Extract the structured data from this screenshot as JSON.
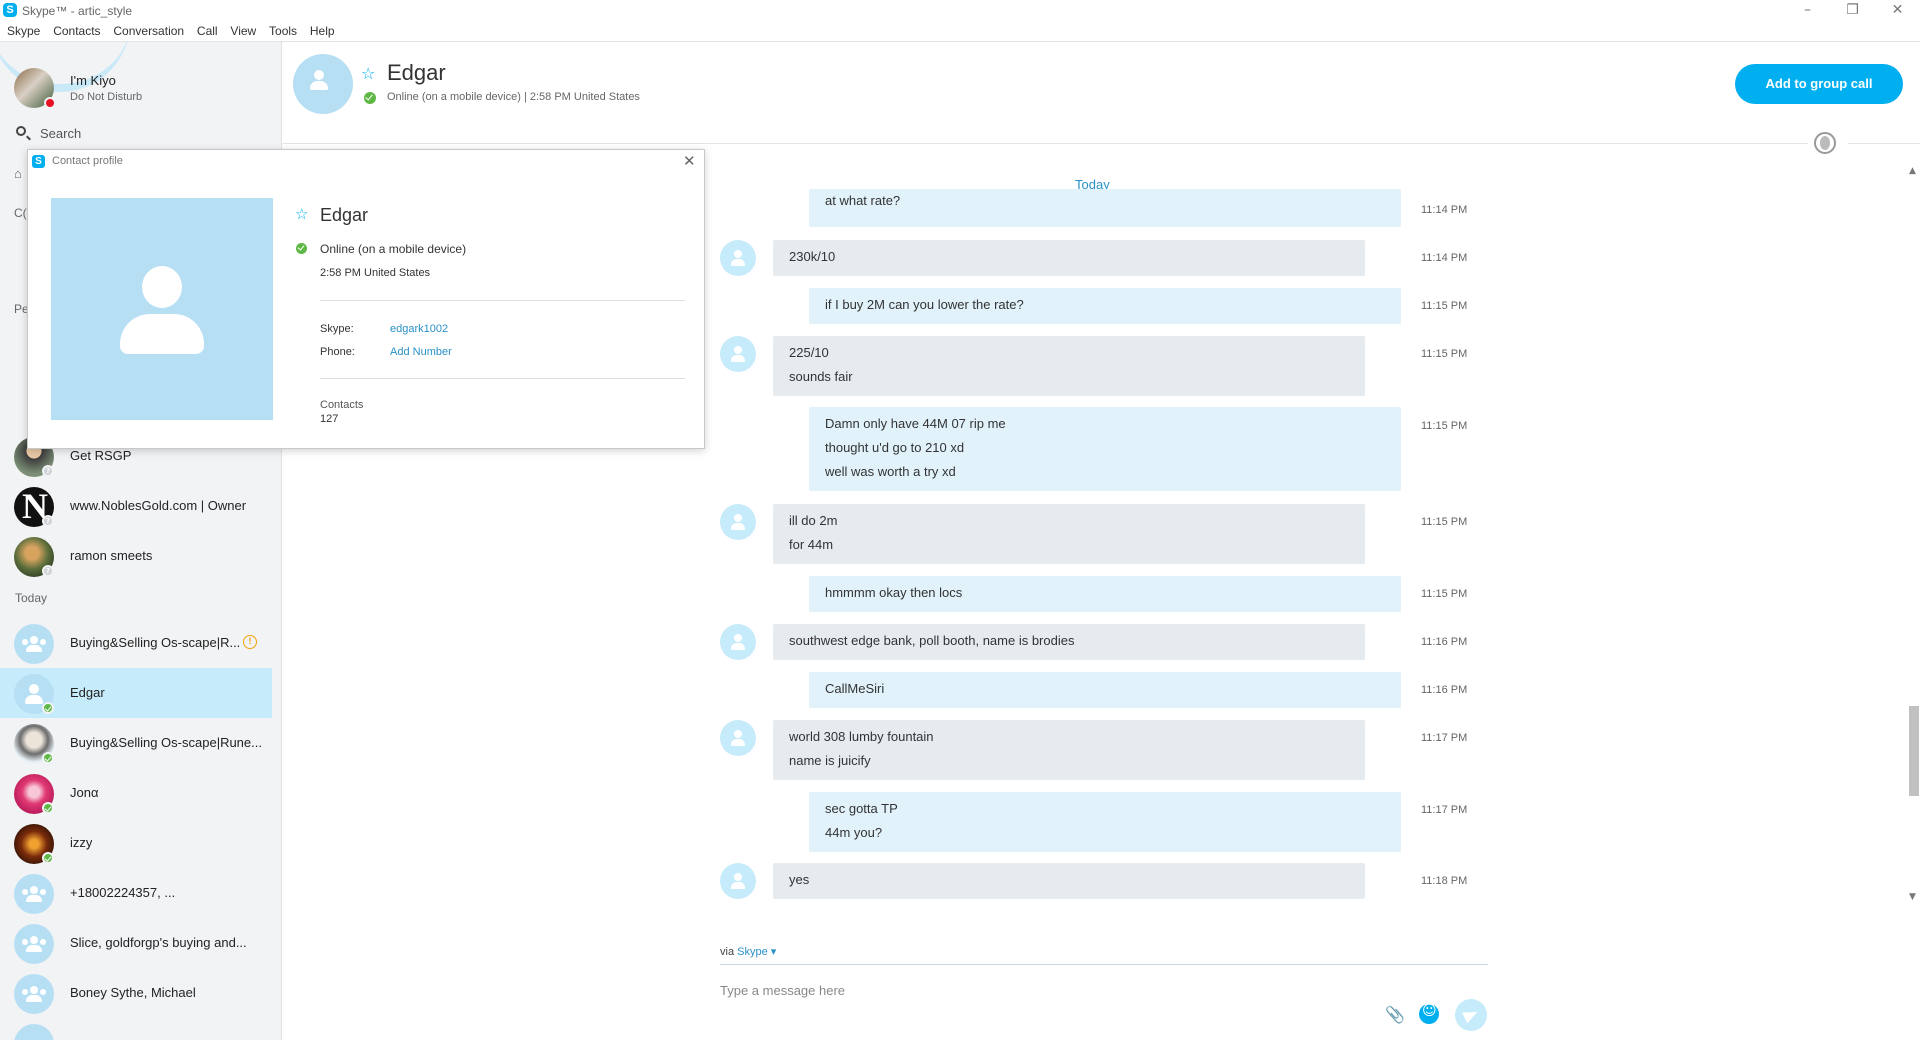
{
  "window": {
    "title": "Skype™ - artic_style",
    "logo": "S",
    "controls": [
      "–",
      "❐",
      "✕"
    ]
  },
  "menu": [
    "Skype",
    "Contacts",
    "Conversation",
    "Call",
    "View",
    "Tools",
    "Help"
  ],
  "me": {
    "name": "I'm Kiyo",
    "status": "Do Not Disturb"
  },
  "search": {
    "placeholder": "Search"
  },
  "sidebar_partial": [
    "C(",
    "Pe"
  ],
  "contacts_top": [
    {
      "name": "Get RSGP",
      "presence": "unknown"
    },
    {
      "name": "www.NoblesGold.com | Owner",
      "presence": "unknown"
    },
    {
      "name": "ramon smeets",
      "presence": "unknown"
    }
  ],
  "section_today": "Today",
  "contacts_today": [
    {
      "name": "Buying&Selling Os-scape|R...",
      "type": "group",
      "alert": "!"
    },
    {
      "name": "Edgar",
      "type": "person",
      "presence": "online",
      "selected": true
    },
    {
      "name": "Buying&Selling Os-scape|Rune...",
      "type": "photo",
      "presence": "online"
    },
    {
      "name": "Jonα",
      "type": "photo",
      "presence": "online"
    },
    {
      "name": "izzy",
      "type": "photo",
      "presence": "online"
    },
    {
      "name": "+18002224357, ...",
      "type": "group"
    },
    {
      "name": "Slice, goldforgp's buying and...",
      "type": "group"
    },
    {
      "name": "Boney Sythe, Michael",
      "type": "group"
    }
  ],
  "conversation": {
    "name": "Edgar",
    "status": "Online (on a mobile device)  |  2:58 PM United States",
    "add_group_call": "Add to group call",
    "day_label": "Today"
  },
  "messages": [
    {
      "dir": "out",
      "lines": [
        "at what rate?"
      ],
      "time": "11:14 PM"
    },
    {
      "dir": "in",
      "lines": [
        "230k/10"
      ],
      "time": "11:14 PM"
    },
    {
      "dir": "out",
      "lines": [
        "if I buy 2M can you lower the rate?"
      ],
      "time": "11:15 PM"
    },
    {
      "dir": "in",
      "lines": [
        "225/10",
        "sounds fair"
      ],
      "time": "11:15 PM"
    },
    {
      "dir": "out",
      "lines": [
        "Damn only have 44M 07 rip me",
        "thought u'd go to 210 xd",
        "well was worth a try xd"
      ],
      "time": "11:15 PM"
    },
    {
      "dir": "in",
      "lines": [
        "ill do 2m",
        "for 44m"
      ],
      "time": "11:15 PM"
    },
    {
      "dir": "out",
      "lines": [
        "hmmmm okay then locs"
      ],
      "time": "11:15 PM"
    },
    {
      "dir": "in",
      "lines": [
        "southwest edge bank, poll booth, name is brodies"
      ],
      "time": "11:16 PM"
    },
    {
      "dir": "out",
      "lines": [
        "CallMeSiri"
      ],
      "time": "11:16 PM"
    },
    {
      "dir": "in",
      "lines": [
        "world 308 lumby fountain",
        "name is juicify"
      ],
      "time": "11:17 PM"
    },
    {
      "dir": "out",
      "lines": [
        "sec gotta TP",
        "44m you?"
      ],
      "time": "11:17 PM"
    },
    {
      "dir": "in",
      "lines": [
        "yes"
      ],
      "time": "11:18 PM"
    }
  ],
  "composer": {
    "via_label": "via",
    "via_link": "Skype ▾",
    "placeholder": "Type a message here"
  },
  "profile": {
    "title": "Contact profile",
    "name": "Edgar",
    "status": "Online (on a mobile device)",
    "local_time": "2:58 PM United States",
    "skype_label": "Skype:",
    "skype_value": "edgark1002",
    "phone_label": "Phone:",
    "phone_value": "Add Number",
    "contacts_label": "Contacts",
    "contacts_value": "127"
  },
  "colors": {
    "accent": "#00aff0",
    "selected_row": "#c6ebfb",
    "online": "#5fb846",
    "dnd": "#e81123",
    "link": "#2a90c8"
  }
}
